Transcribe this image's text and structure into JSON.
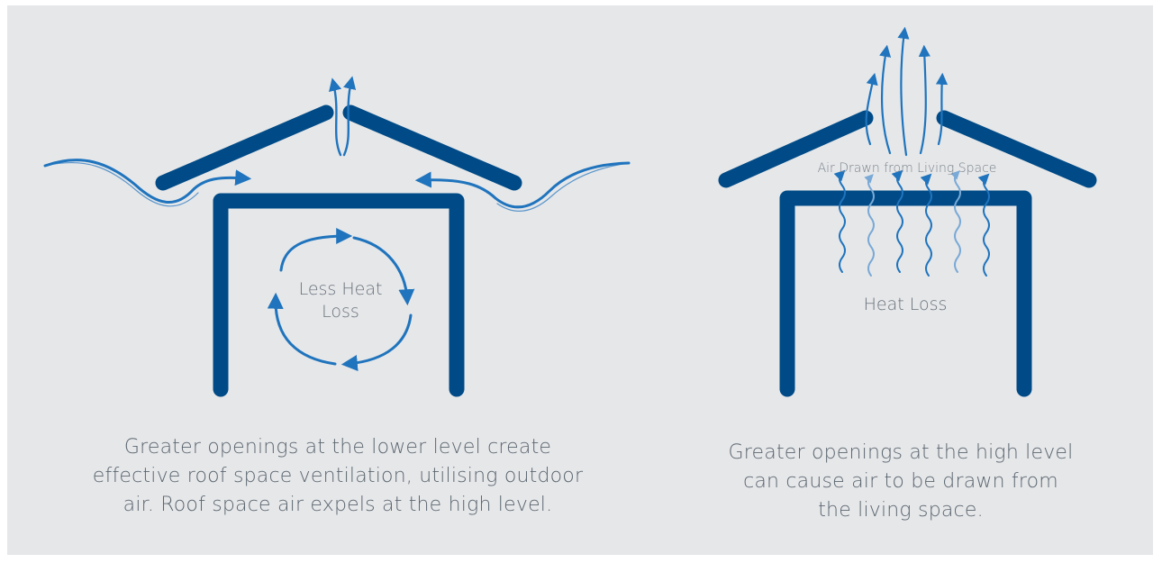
{
  "colors": {
    "background": "#e6e7e9",
    "structure": "#004b87",
    "arrow": "#1f74bd",
    "arrow_light": "#79a9d6",
    "text": "#5b6670"
  },
  "left_diagram": {
    "center_label_lines": [
      "Less Heat",
      "Loss"
    ],
    "caption_lines": [
      "Greater openings at the lower level create",
      "effective roof space ventilation, utilising outdoor",
      "air. Roof space air expels at the high level."
    ]
  },
  "right_diagram": {
    "top_label": "Air Drawn from Living Space",
    "center_label": "Heat Loss",
    "caption_lines": [
      "Greater openings at the high level",
      "can cause air to be drawn from",
      "the living space."
    ]
  }
}
